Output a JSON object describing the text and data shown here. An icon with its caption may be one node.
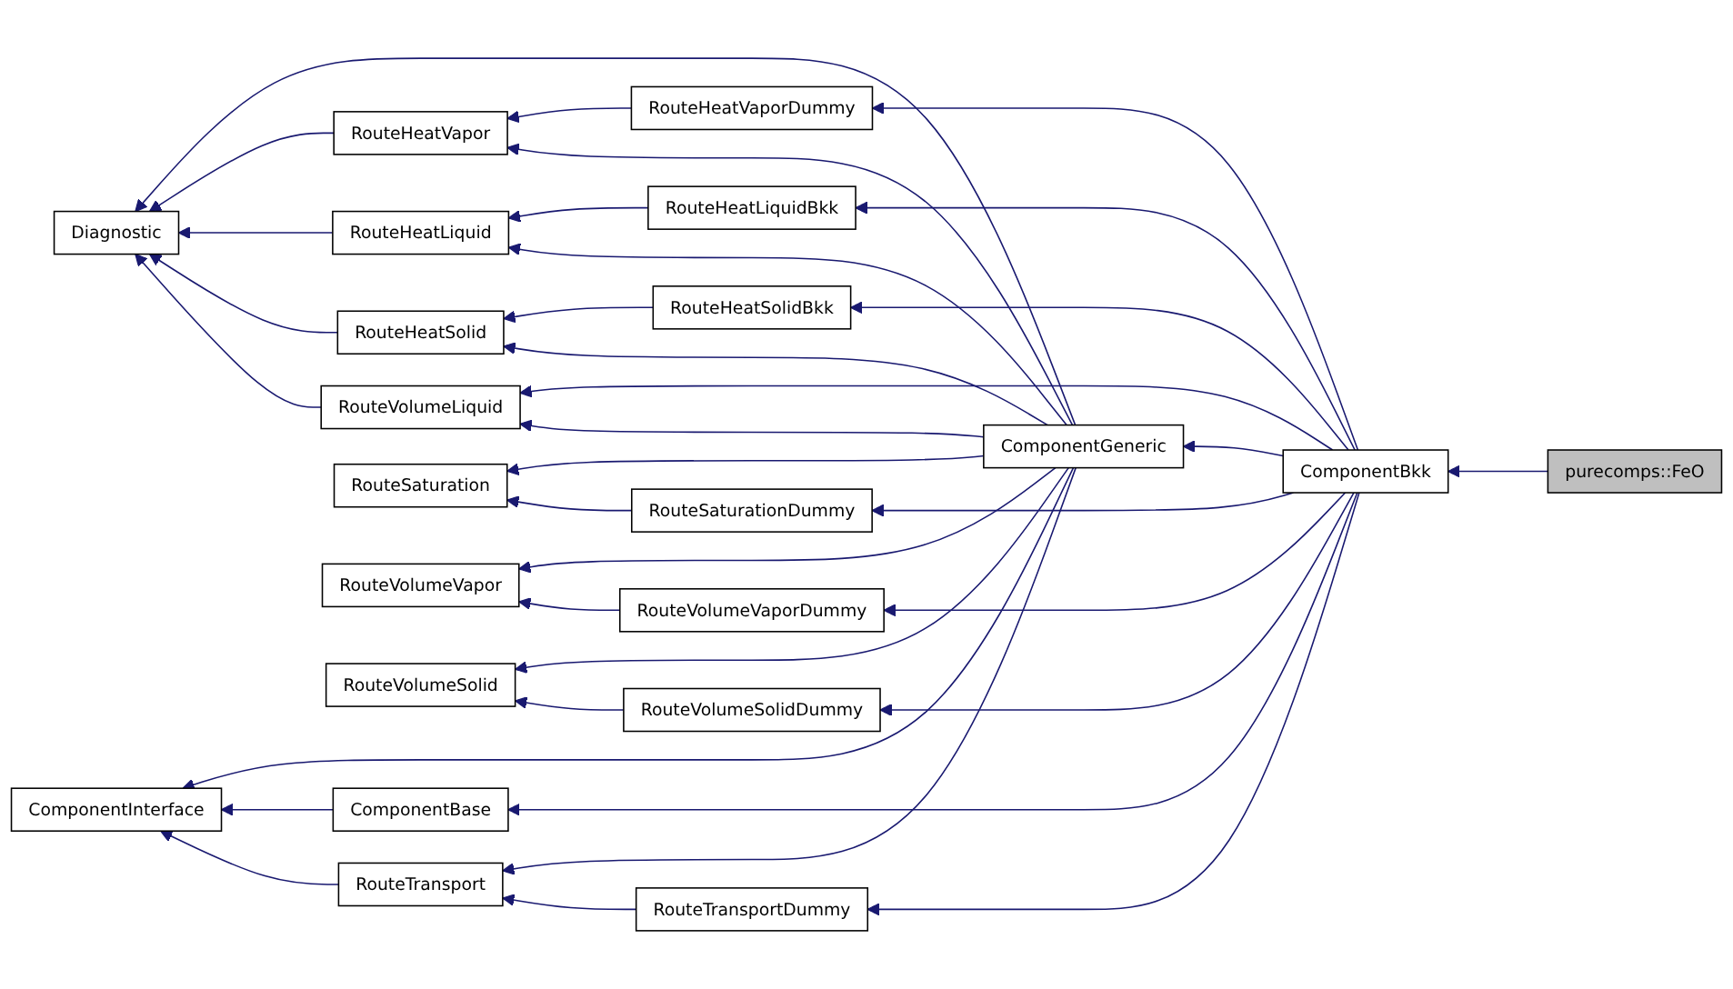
{
  "diagram": {
    "nodes": [
      {
        "text": [
          "Diagnostic"
        ]
      },
      {
        "text": [
          "ComponentInterface"
        ]
      },
      {
        "text": [
          "RouteHeatVapor"
        ]
      },
      {
        "text": [
          "RouteHeatLiquid"
        ]
      },
      {
        "text": [
          "RouteHeatSolid"
        ]
      },
      {
        "text": [
          "RouteVolumeLiquid"
        ]
      },
      {
        "text": [
          "RouteTransport"
        ]
      },
      {
        "text": [
          "RouteSaturation"
        ]
      },
      {
        "text": [
          "RouteVolumeVapor"
        ]
      },
      {
        "text": [
          "RouteVolumeSolid"
        ]
      },
      {
        "text": [
          "RouteHeatVaporDummy"
        ]
      },
      {
        "text": [
          "RouteHeatLiquidBkk"
        ]
      },
      {
        "text": [
          "RouteHeatSolidBkk"
        ]
      },
      {
        "text": [
          "ComponentGeneric"
        ]
      },
      {
        "text": [
          "RouteTransportDummy"
        ]
      },
      {
        "text": [
          "RouteSaturationDummy"
        ]
      },
      {
        "text": [
          "RouteVolumeVaporDummy"
        ]
      },
      {
        "text": [
          "RouteVolumeSolidDummy"
        ]
      },
      {
        "text": [
          "ComponentBase"
        ]
      },
      {
        "text": [
          "ComponentBkk"
        ]
      },
      {
        "text": [
          "purecomps::FeO"
        ]
      }
    ],
    "edges": [
      {
        "from": 20,
        "to": 19,
        "arrow": "to"
      },
      {
        "from": 19,
        "to": 10,
        "arrow": "to"
      },
      {
        "from": 19,
        "to": 11,
        "arrow": "to"
      },
      {
        "from": 19,
        "to": 12,
        "arrow": "to"
      },
      {
        "from": 19,
        "to": 5,
        "arrow": "to"
      },
      {
        "from": 19,
        "to": 13,
        "arrow": "to"
      },
      {
        "from": 19,
        "to": 14,
        "arrow": "to"
      },
      {
        "from": 19,
        "to": 15,
        "arrow": "to"
      },
      {
        "from": 19,
        "to": 16,
        "arrow": "to"
      },
      {
        "from": 19,
        "to": 17,
        "arrow": "to"
      },
      {
        "from": 19,
        "to": 18,
        "arrow": "to"
      },
      {
        "from": 10,
        "to": 2,
        "arrow": "to"
      },
      {
        "from": 11,
        "to": 3,
        "arrow": "to"
      },
      {
        "from": 12,
        "to": 4,
        "arrow": "to"
      },
      {
        "from": 13,
        "to": 2,
        "arrow": "to"
      },
      {
        "from": 13,
        "to": 3,
        "arrow": "to"
      },
      {
        "from": 13,
        "to": 4,
        "arrow": "to"
      },
      {
        "from": 13,
        "to": 5,
        "arrow": "to"
      },
      {
        "from": 13,
        "to": 6,
        "arrow": "to"
      },
      {
        "from": 13,
        "to": 7,
        "arrow": "to"
      },
      {
        "from": 13,
        "to": 8,
        "arrow": "to"
      },
      {
        "from": 13,
        "to": 9,
        "arrow": "to"
      },
      {
        "from": 13,
        "to": 0,
        "arrow": "to"
      },
      {
        "from": 13,
        "to": 1,
        "arrow": "to"
      },
      {
        "from": 14,
        "to": 6,
        "arrow": "to"
      },
      {
        "from": 15,
        "to": 7,
        "arrow": "to"
      },
      {
        "from": 16,
        "to": 8,
        "arrow": "to"
      },
      {
        "from": 17,
        "to": 9,
        "arrow": "to"
      },
      {
        "from": 18,
        "to": 1,
        "arrow": "to"
      },
      {
        "from": 6,
        "to": 1,
        "arrow": "to"
      },
      {
        "from": 2,
        "to": 0,
        "arrow": "to"
      },
      {
        "from": 3,
        "to": 0,
        "arrow": "to"
      },
      {
        "from": 4,
        "to": 0,
        "arrow": "to"
      },
      {
        "from": 5,
        "to": 0,
        "arrow": "to"
      }
    ]
  }
}
